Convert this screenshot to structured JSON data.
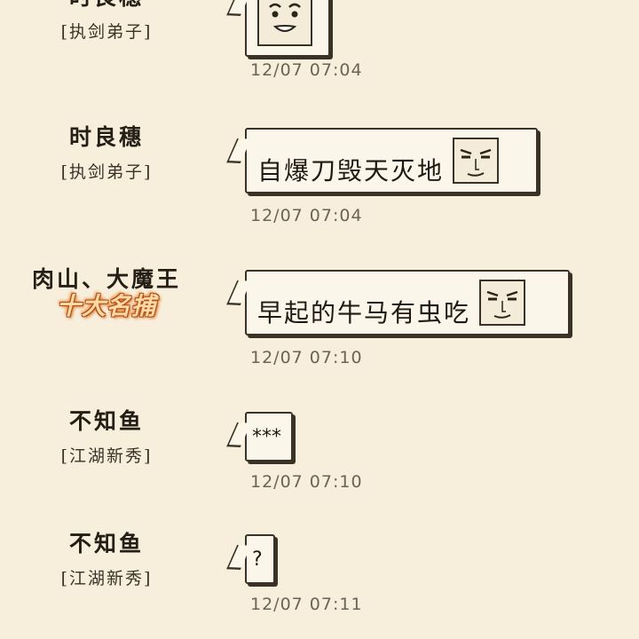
{
  "messages": [
    {
      "name": "时良穗",
      "title": "[执剑弟子]",
      "text": "",
      "face_icon": "surprised-face-icon",
      "time": "12/07 07:04"
    },
    {
      "name": "时良穗",
      "title": "[执剑弟子]",
      "text": "自爆刀毁天灭地",
      "face_icon": "smug-face-icon",
      "time": "12/07 07:04"
    },
    {
      "name": "肉山、大魔王",
      "title": "十大名捕",
      "text": "早起的牛马有虫吃",
      "face_icon": "smug-face-icon",
      "time": "12/07 07:10"
    },
    {
      "name": "不知鱼",
      "title": "[江湖新秀]",
      "text": "***",
      "time": "12/07 07:10"
    },
    {
      "name": "不知鱼",
      "title": "[江湖新秀]",
      "text": "?",
      "time": "12/07 07:11"
    }
  ],
  "colors": {
    "background": "#f7eedc",
    "bubble": "#fbf6ea",
    "border": "#3a3226",
    "time": "#6b6355",
    "special_title": "#d8721d"
  }
}
